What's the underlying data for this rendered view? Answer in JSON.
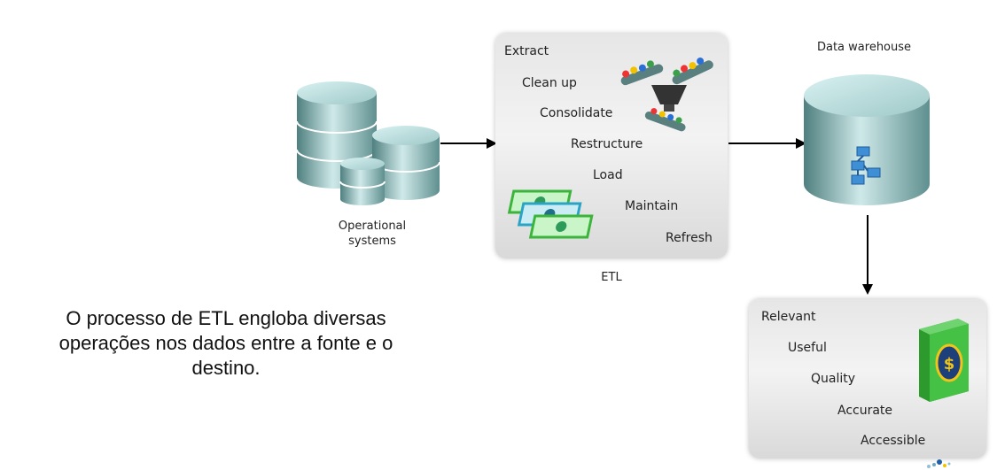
{
  "source": {
    "label_line1": "Operational",
    "label_line2": "systems"
  },
  "etl": {
    "caption": "ETL",
    "steps": [
      "Extract",
      "Clean up",
      "Consolidate",
      "Restructure",
      "Load",
      "Maintain",
      "Refresh"
    ]
  },
  "warehouse": {
    "label": "Data warehouse"
  },
  "output": {
    "steps": [
      "Relevant",
      "Useful",
      "Quality",
      "Accurate",
      "Accessible"
    ]
  },
  "note": {
    "text": "O processo de ETL engloba diversas operações nos dados entre a fonte e o destino."
  },
  "icons": {
    "source": "database-cluster-icon",
    "etl_top": "conveyor-belt-icon",
    "etl_bottom": "currency-notes-icon",
    "warehouse": "database-cylinder-icon",
    "output": "money-bag-book-icon"
  }
}
